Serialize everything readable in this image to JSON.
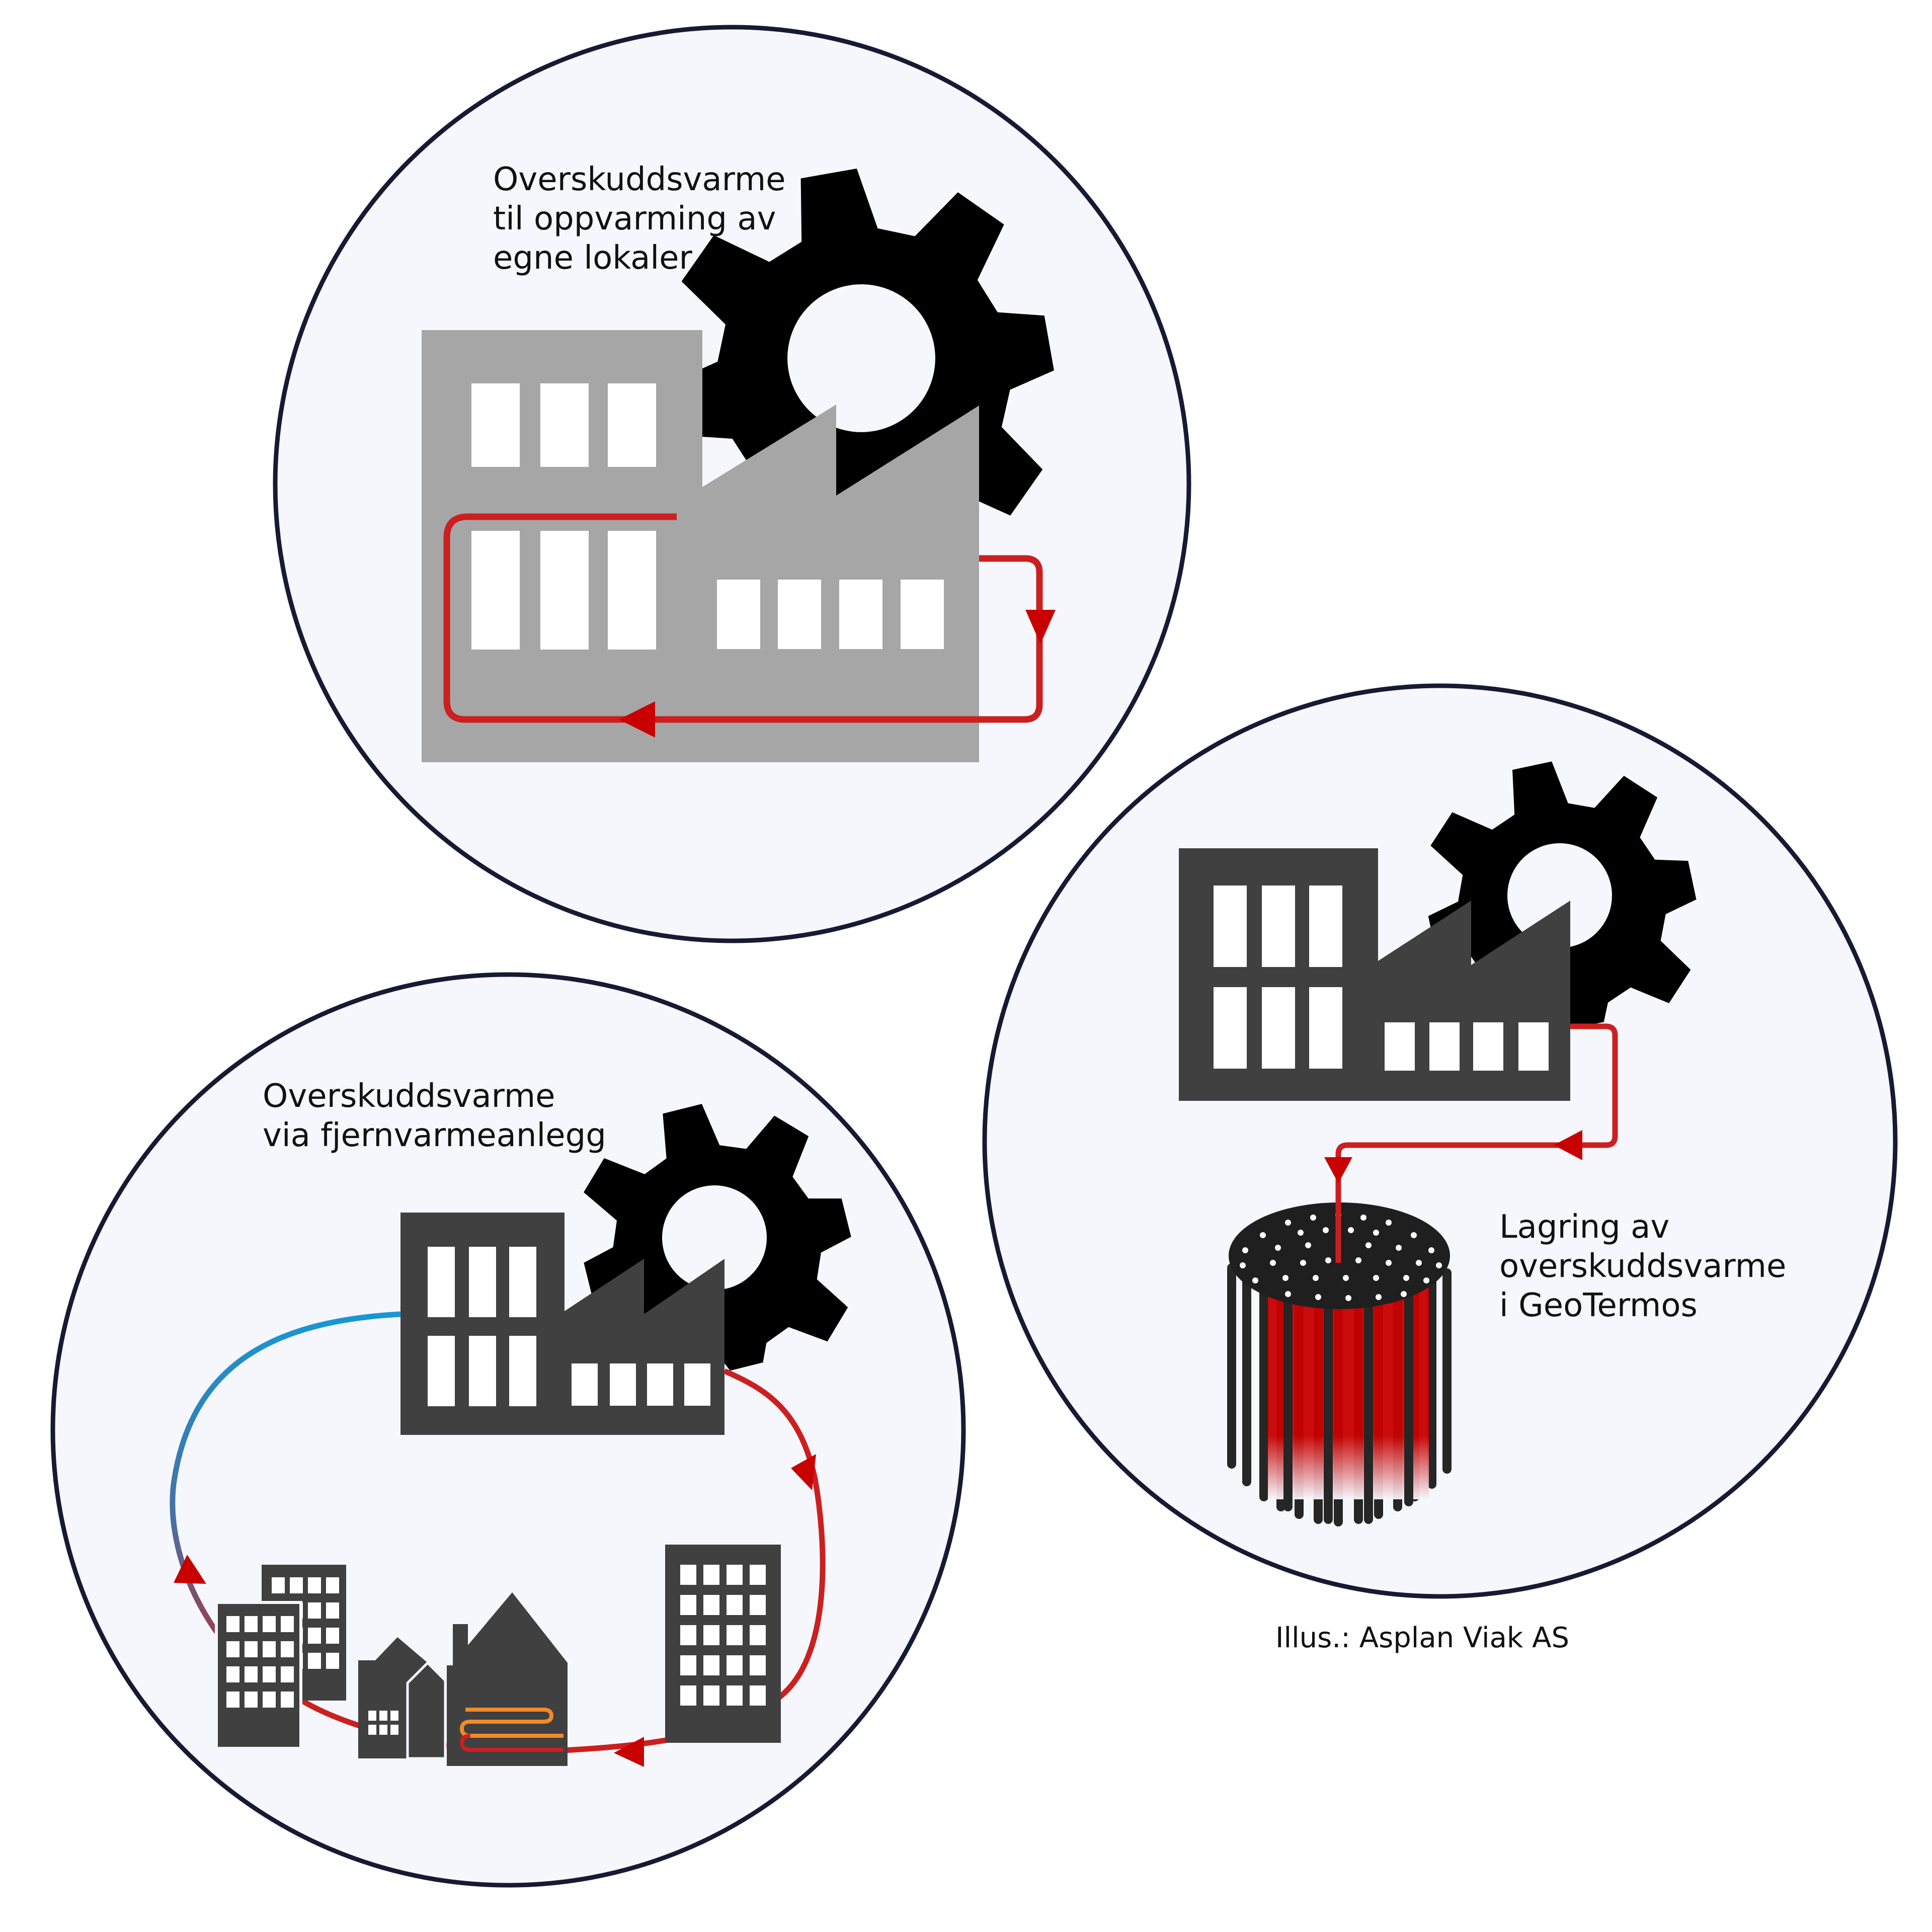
{
  "labels": {
    "top": {
      "line1": "Overskuddsvarme",
      "line2": "til oppvarming av",
      "line3": "egne lokaler"
    },
    "right": {
      "line1": "Lagring av",
      "line2": "overskuddsvarme",
      "line3": "i GeoTermos"
    },
    "left": {
      "line1": "Overskuddsvarme",
      "line2": "via fjernvarmeanlegg"
    },
    "credit": "Illus.: Asplan Viak  AS"
  },
  "colors": {
    "circle_fill": "#f6f7fd",
    "circle_stroke": "#161a33",
    "factory_light": "#a6a6a6",
    "factory_dark": "#404040",
    "gear": "#000000",
    "heat_red": "#cc1f1f",
    "arrow_red": "#c80000",
    "cold_blue": "#1797d4",
    "warm_orange": "#f08c28"
  },
  "icons": [
    "gear-icon",
    "factory-icon",
    "office-building-icon",
    "house-icon",
    "borehole-storage-icon",
    "flow-arrow-icon"
  ]
}
